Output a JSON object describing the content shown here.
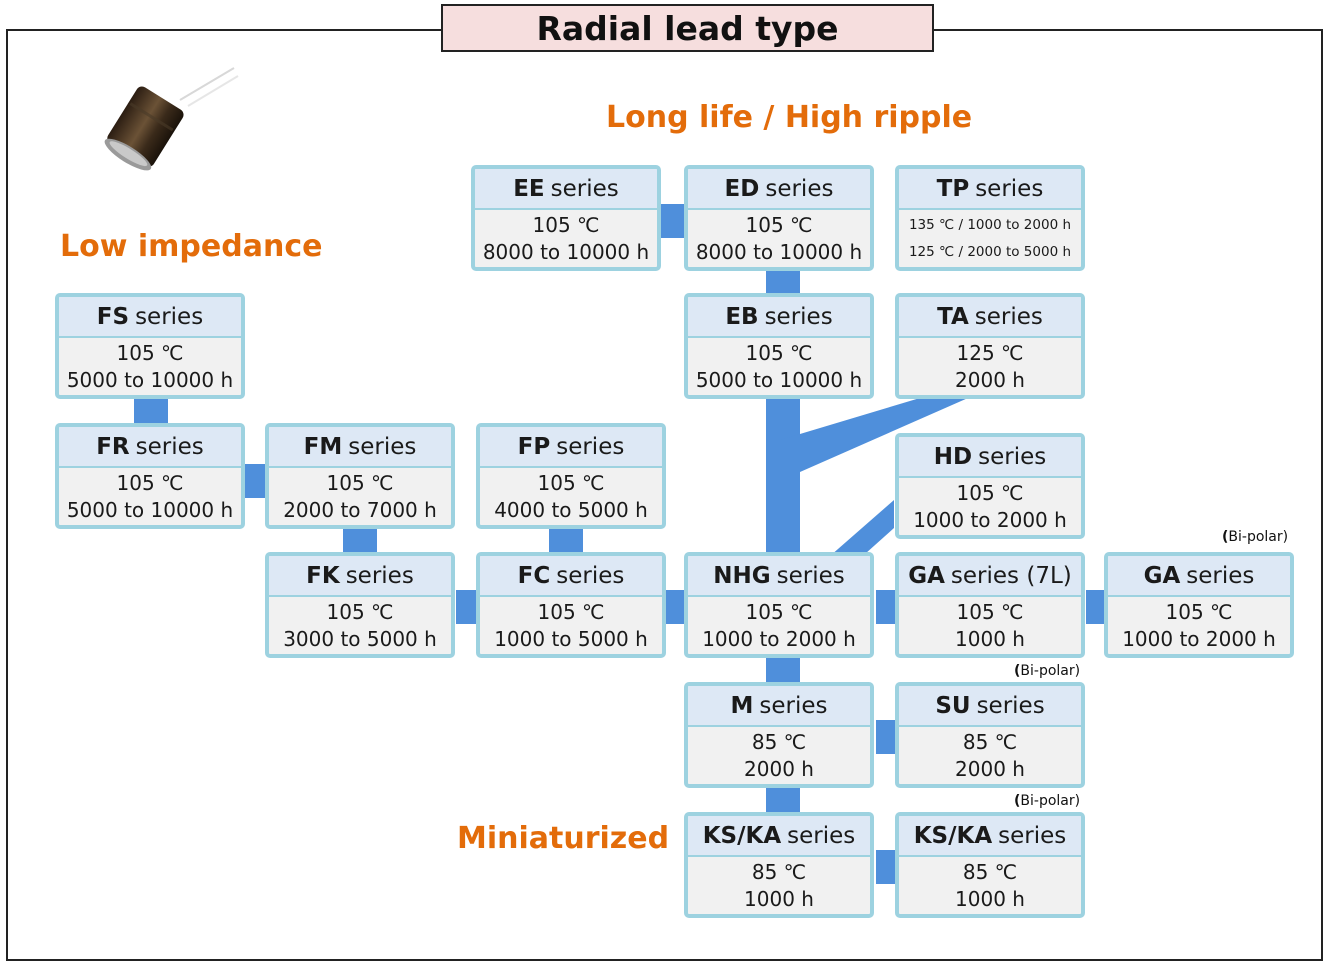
{
  "title": "Radial lead type",
  "sections": {
    "long_life": "Long life / High ripple",
    "low_impedance": "Low impedance",
    "miniaturized": "Miniaturized"
  },
  "series_word": "series",
  "bipolar_note": {
    "paren": "(",
    "text": "Bi-polar)"
  },
  "nodes": {
    "EE": {
      "name": "EE",
      "suffix": "",
      "line1": "105 ℃",
      "line2": "8000 to 10000 h"
    },
    "ED": {
      "name": "ED",
      "suffix": "",
      "line1": "105 ℃",
      "line2": "8000 to 10000 h"
    },
    "TP": {
      "name": "TP",
      "suffix": "",
      "line1": "135 ℃ / 1000 to 2000 h",
      "line2": "125 ℃ / 2000 to 5000 h"
    },
    "FS": {
      "name": "FS",
      "suffix": "",
      "line1": "105 ℃",
      "line2": "5000 to 10000 h"
    },
    "EB": {
      "name": "EB",
      "suffix": "",
      "line1": "105 ℃",
      "line2": "5000 to 10000 h"
    },
    "TA": {
      "name": "TA",
      "suffix": "",
      "line1": "125 ℃",
      "line2": "2000 h"
    },
    "FR": {
      "name": "FR",
      "suffix": "",
      "line1": "105 ℃",
      "line2": "5000 to 10000 h"
    },
    "FM": {
      "name": "FM",
      "suffix": "",
      "line1": "105 ℃",
      "line2": "2000 to 7000 h"
    },
    "FP": {
      "name": "FP",
      "suffix": "",
      "line1": "105 ℃",
      "line2": "4000 to 5000 h"
    },
    "HD": {
      "name": "HD",
      "suffix": "",
      "line1": "105 ℃",
      "line2": "1000 to 2000 h"
    },
    "FK": {
      "name": "FK",
      "suffix": "",
      "line1": "105 ℃",
      "line2": "3000 to 5000 h"
    },
    "FC": {
      "name": "FC",
      "suffix": "",
      "line1": "105 ℃",
      "line2": "1000 to 5000 h"
    },
    "NHG": {
      "name": "NHG",
      "suffix": "",
      "line1": "105 ℃",
      "line2": "1000 to 2000 h"
    },
    "GA7L": {
      "name": "GA",
      "suffix": " (7L)",
      "line1": "105 ℃",
      "line2": "1000 h"
    },
    "GABP": {
      "name": "GA",
      "suffix": "",
      "line1": "105 ℃",
      "line2": "1000 to 2000 h"
    },
    "M": {
      "name": "M",
      "suffix": "",
      "line1": "85 ℃",
      "line2": "2000 h"
    },
    "SU": {
      "name": "SU",
      "suffix": "",
      "line1": "85 ℃",
      "line2": "2000 h"
    },
    "KSKA": {
      "name": "KS/KA",
      "suffix": "",
      "line1": "85 ℃",
      "line2": "1000 h"
    },
    "KSKABP": {
      "name": "KS/KA",
      "suffix": "",
      "line1": "85 ℃",
      "line2": "1000 h"
    }
  },
  "colors": {
    "section_orange": "#e36c0a",
    "connector_blue": "#4f8fdb",
    "node_border": "#9dd2e0",
    "node_header": "#dde8f5",
    "node_body": "#f1f1f1",
    "title_fill": "#f6dede"
  }
}
